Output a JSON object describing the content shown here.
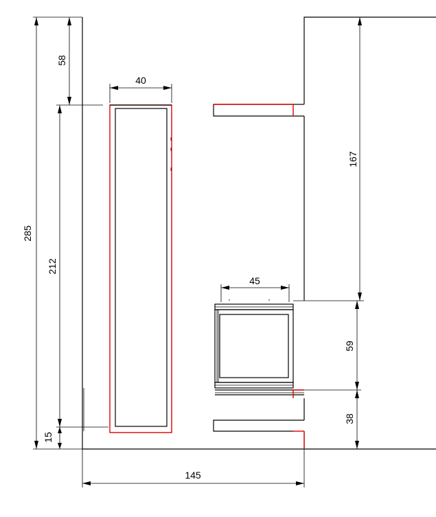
{
  "dimensions": {
    "total_height": "285",
    "top_gap": "58",
    "panel_height": "212",
    "bottom_gap": "15",
    "panel_width": "40",
    "upper_height": "167",
    "drawer_width": "45",
    "drawer_height": "59",
    "lower_height": "38",
    "total_width": "145"
  },
  "colors": {
    "line": "#000000",
    "accent": "#e00000"
  }
}
